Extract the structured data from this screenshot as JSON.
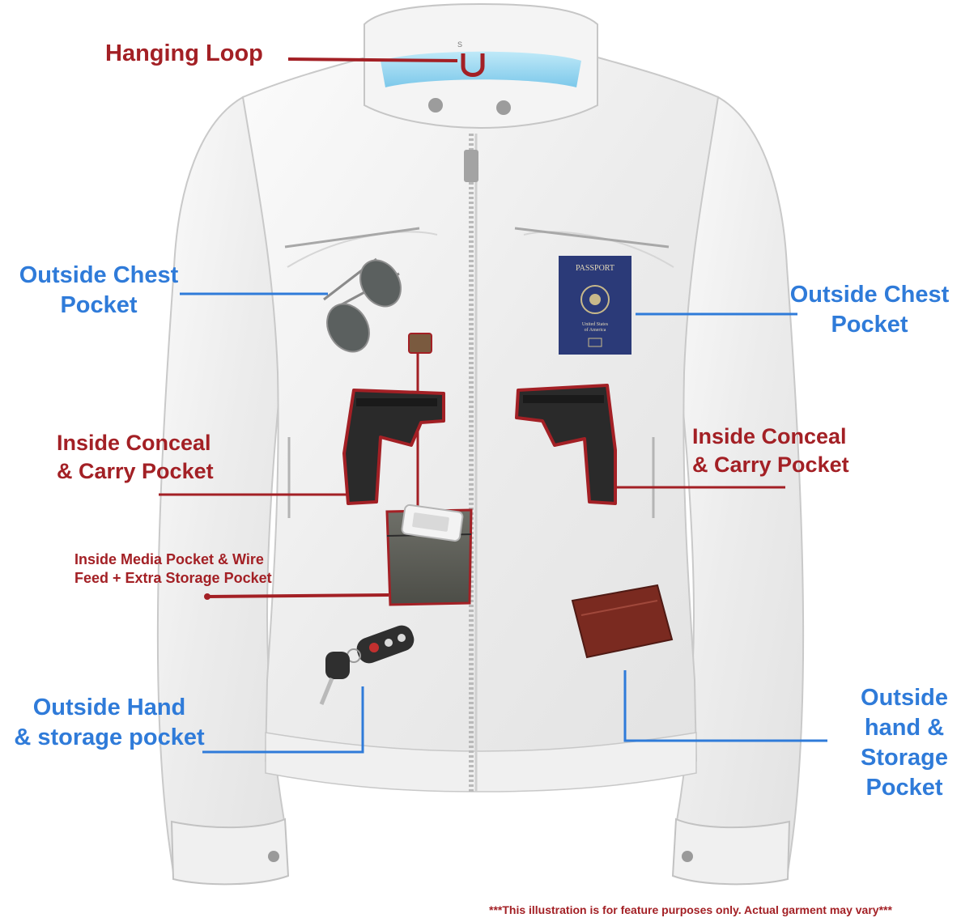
{
  "colors": {
    "red_label": "#a32025",
    "blue_label": "#2f7bd9",
    "jacket": "#f2f2f2",
    "passport": "#2b3a78",
    "wallet": "#7a2a20",
    "holster_outline": "#a32025"
  },
  "labels": {
    "hanging_loop": "Hanging Loop",
    "outside_chest_left": [
      "Outside Chest",
      "Pocket"
    ],
    "outside_chest_right": [
      "Outside Chest",
      "Pocket"
    ],
    "conceal_left": [
      "Inside Conceal",
      "& Carry Pocket"
    ],
    "conceal_right": [
      "Inside Conceal",
      "& Carry Pocket"
    ],
    "media_pocket": [
      "Inside Media Pocket & Wire",
      "Feed + Extra Storage Pocket"
    ],
    "outside_hand_left": [
      "Outside Hand",
      "& storage pocket"
    ],
    "outside_hand_right": [
      "Outside",
      "hand &",
      "Storage",
      "Pocket"
    ]
  },
  "garment": {
    "size_tag": "S",
    "passport_title": "PASSPORT",
    "passport_country": [
      "United States",
      "of America"
    ]
  },
  "disclaimer": "***This illustration is for feature purposes only.  Actual garment may vary***",
  "icons": [
    "sunglasses-icon",
    "passport-icon",
    "handgun-icon",
    "phone-icon",
    "car-keys-icon",
    "wallet-icon"
  ]
}
